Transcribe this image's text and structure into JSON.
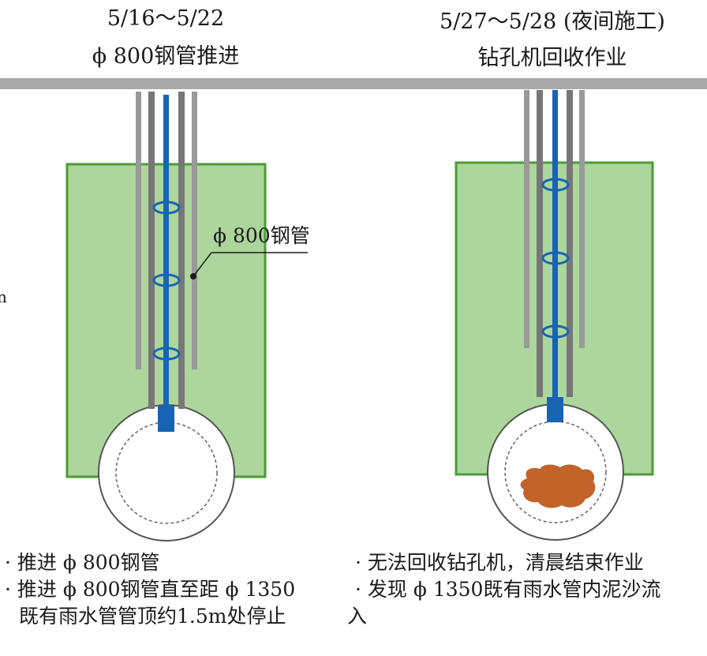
{
  "left_panel": {
    "date": "5/16～5/22",
    "title": "ϕ 800钢管推进",
    "pipe_label": "ϕ 800钢管",
    "notes": [
      "· 推进 ϕ 800钢管",
      "· 推进 ϕ 800钢管直至距 ϕ 1350",
      "既有雨水管管顶约1.5m处停止"
    ]
  },
  "right_panel": {
    "date": "5/27～5/28 (夜间施工)",
    "title": "钻孔机回收作业",
    "notes": [
      "· 无法回收钻孔机，清晨结束作业",
      "· 发现 ϕ 1350既有雨水管内泥沙流",
      "入"
    ]
  },
  "edge_fragment": "n",
  "colors": {
    "ground_bar": "#a9a9a9",
    "soil_fill": "#acd69c",
    "soil_border": "#4a9c36",
    "casing": "#8c8c8c",
    "inner_rod": "#1864b4",
    "pipe_outline": "#555555",
    "mud": "#c2642a"
  }
}
